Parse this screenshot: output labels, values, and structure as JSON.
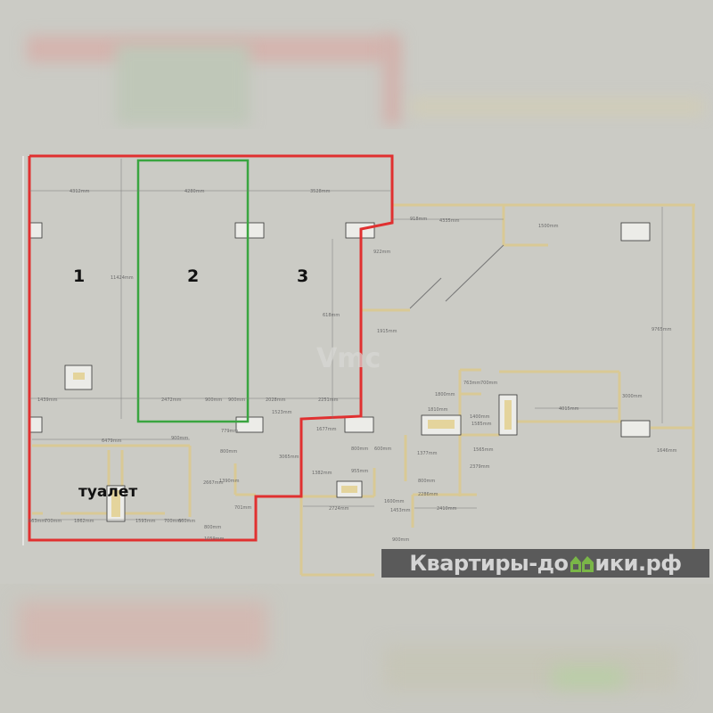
{
  "rooms": {
    "r1": "1",
    "r2": "2",
    "r3": "3",
    "toilet": "туалет"
  },
  "watermark": "Vmc",
  "banner": {
    "left": "Квартиры-до",
    "right": "ики.рф",
    "house_icon": "house-icon",
    "house_color": "#7ab648"
  },
  "colors": {
    "outline_red": "#e03030",
    "outline_green": "#3aa540",
    "wall": "#e6d8a8",
    "floor": "#cbcbc5"
  },
  "dims": [
    "4312mm",
    "4280mm",
    "3528mm",
    "11424mm",
    "618mm",
    "922mm",
    "1915mm",
    "918mm",
    "4335mm",
    "1500mm",
    "9765mm",
    "1439mm",
    "2472mm",
    "900mm",
    "900mm",
    "2028mm",
    "2251mm",
    "1523mm",
    "6479mm",
    "900mm",
    "779mm",
    "1677mm",
    "800mm",
    "3065mm",
    "2667mm",
    "1390mm",
    "1382mm",
    "955mm",
    "701mm",
    "2724mm",
    "800mm",
    "1059mm",
    "1862mm",
    "1593mm",
    "863mm",
    "700mm",
    "700mm",
    "660mm",
    "1800mm",
    "1810mm",
    "763mm",
    "700mm",
    "3000mm",
    "4015mm",
    "1400mm",
    "1585mm",
    "1565mm",
    "1377mm",
    "2379mm",
    "1646mm",
    "800mm",
    "2286mm",
    "1600mm",
    "1453mm",
    "2410mm",
    "900mm",
    "800mm",
    "600mm"
  ]
}
